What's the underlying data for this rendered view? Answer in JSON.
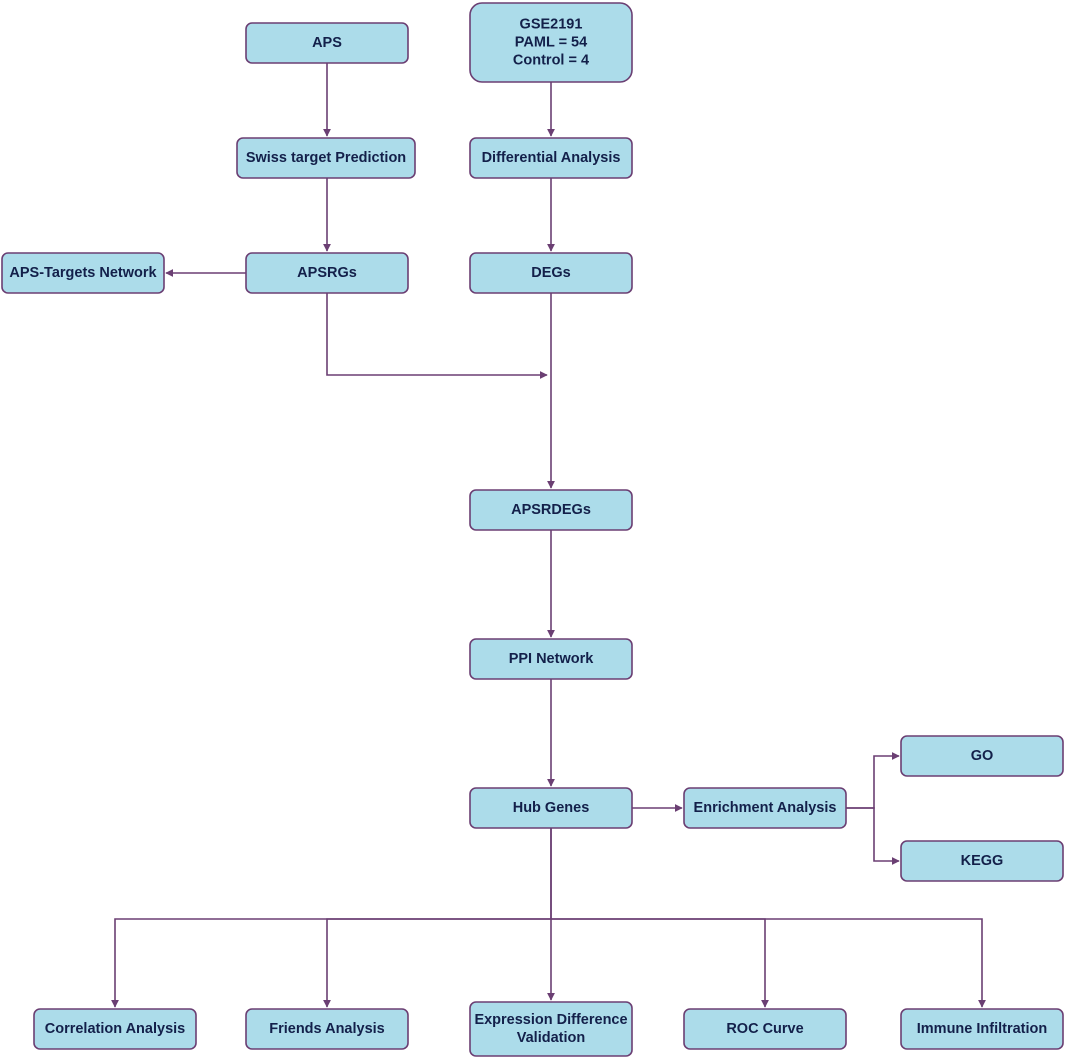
{
  "diagram": {
    "colors": {
      "box_fill": "#acdcea",
      "box_stroke": "#6b3f73",
      "text": "#13204a",
      "connector": "#6b3f73"
    },
    "nodes": [
      {
        "id": "aps",
        "lines": [
          "APS"
        ]
      },
      {
        "id": "gse",
        "lines": [
          "GSE2191",
          "PAML = 54",
          "Control = 4"
        ]
      },
      {
        "id": "swiss",
        "lines": [
          "Swiss target Prediction"
        ]
      },
      {
        "id": "diff",
        "lines": [
          "Differential Analysis"
        ]
      },
      {
        "id": "network",
        "lines": [
          "APS-Targets Network"
        ]
      },
      {
        "id": "apsrgs",
        "lines": [
          "APSRGs"
        ]
      },
      {
        "id": "degs",
        "lines": [
          "DEGs"
        ]
      },
      {
        "id": "apsrdegs",
        "lines": [
          "APSRDEGs"
        ]
      },
      {
        "id": "ppi",
        "lines": [
          "PPI Network"
        ]
      },
      {
        "id": "hub",
        "lines": [
          "Hub Genes"
        ]
      },
      {
        "id": "enrich",
        "lines": [
          "Enrichment Analysis"
        ]
      },
      {
        "id": "go",
        "lines": [
          "GO"
        ]
      },
      {
        "id": "kegg",
        "lines": [
          "KEGG"
        ]
      },
      {
        "id": "corr",
        "lines": [
          "Correlation Analysis"
        ]
      },
      {
        "id": "friends",
        "lines": [
          "Friends Analysis"
        ]
      },
      {
        "id": "expr",
        "lines": [
          "Expression Difference",
          "Validation"
        ]
      },
      {
        "id": "roc",
        "lines": [
          "ROC Curve"
        ]
      },
      {
        "id": "immune",
        "lines": [
          "Immune Infiltration"
        ]
      }
    ],
    "edges": [
      {
        "from": "aps",
        "to": "swiss"
      },
      {
        "from": "swiss",
        "to": "apsrgs"
      },
      {
        "from": "gse",
        "to": "diff"
      },
      {
        "from": "diff",
        "to": "degs"
      },
      {
        "from": "apsrgs",
        "to": "network"
      },
      {
        "from": "apsrgs",
        "to": "apsrdegs"
      },
      {
        "from": "degs",
        "to": "apsrdegs"
      },
      {
        "from": "apsrdegs",
        "to": "ppi"
      },
      {
        "from": "ppi",
        "to": "hub"
      },
      {
        "from": "hub",
        "to": "enrich"
      },
      {
        "from": "enrich",
        "to": "go"
      },
      {
        "from": "enrich",
        "to": "kegg"
      },
      {
        "from": "hub",
        "to": "corr"
      },
      {
        "from": "hub",
        "to": "friends"
      },
      {
        "from": "hub",
        "to": "expr"
      },
      {
        "from": "hub",
        "to": "roc"
      },
      {
        "from": "hub",
        "to": "immune"
      }
    ]
  }
}
